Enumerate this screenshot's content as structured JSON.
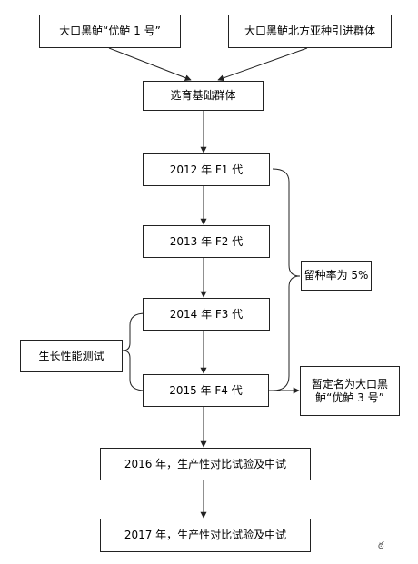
{
  "nodes": {
    "source_a": "大口黑鲈“优鲈 1 号”",
    "source_b": "大口黑鲈北方亚种引进群体",
    "base": "选育基础群体",
    "f1": "2012 年 F1 代",
    "f2": "2013 年 F2 代",
    "f3": "2014 年 F3 代",
    "f4": "2015 年 F4 代",
    "t2016": "2016 年，生产性对比试验及中试",
    "t2017": "2017 年，生产性对比试验及中试"
  },
  "side": {
    "retention": "留种率为 5%",
    "growth_test": "生长性能测试",
    "name_note": "暂定名为大口黑鲈“优鲈 3 号”"
  },
  "colors": {
    "line": "#222222",
    "border": "#222222"
  }
}
